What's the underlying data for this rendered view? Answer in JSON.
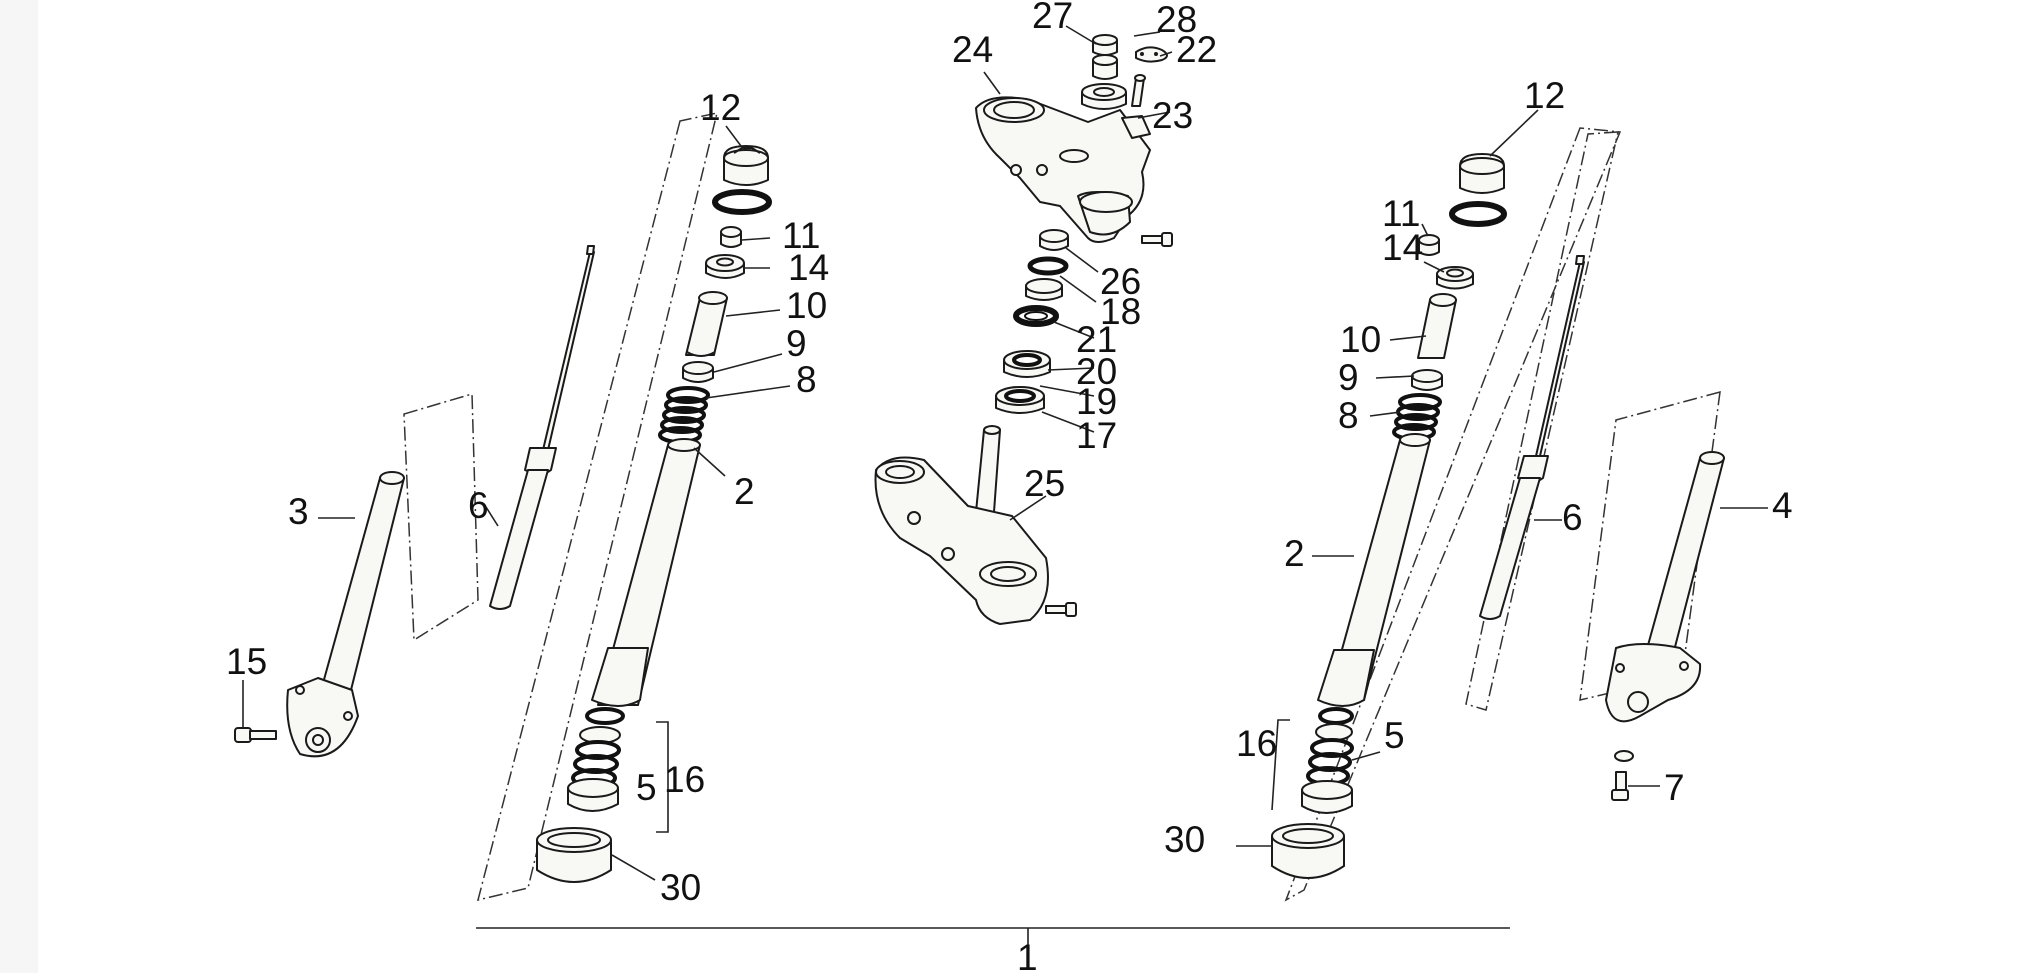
{
  "diagram": {
    "labels": [
      {
        "id": "left-12",
        "text": "12"
      },
      {
        "id": "left-11",
        "text": "11"
      },
      {
        "id": "left-14",
        "text": "14"
      },
      {
        "id": "left-10",
        "text": "10"
      },
      {
        "id": "left-9",
        "text": "9"
      },
      {
        "id": "left-8",
        "text": "8"
      },
      {
        "id": "left-2",
        "text": "2"
      },
      {
        "id": "left-3",
        "text": "3"
      },
      {
        "id": "left-6",
        "text": "6"
      },
      {
        "id": "left-15",
        "text": "15"
      },
      {
        "id": "left-5",
        "text": "5"
      },
      {
        "id": "left-16",
        "text": "16"
      },
      {
        "id": "left-30",
        "text": "30"
      },
      {
        "id": "top-27",
        "text": "27"
      },
      {
        "id": "top-28",
        "text": "28"
      },
      {
        "id": "top-24",
        "text": "24"
      },
      {
        "id": "top-22",
        "text": "22"
      },
      {
        "id": "top-23",
        "text": "23"
      },
      {
        "id": "mid-26",
        "text": "26"
      },
      {
        "id": "mid-18",
        "text": "18"
      },
      {
        "id": "mid-21",
        "text": "21"
      },
      {
        "id": "mid-20",
        "text": "20"
      },
      {
        "id": "mid-19",
        "text": "19"
      },
      {
        "id": "mid-17",
        "text": "17"
      },
      {
        "id": "mid-25",
        "text": "25"
      },
      {
        "id": "right-12",
        "text": "12"
      },
      {
        "id": "right-11",
        "text": "11"
      },
      {
        "id": "right-14",
        "text": "14"
      },
      {
        "id": "right-10",
        "text": "10"
      },
      {
        "id": "right-9",
        "text": "9"
      },
      {
        "id": "right-8",
        "text": "8"
      },
      {
        "id": "right-2",
        "text": "2"
      },
      {
        "id": "right-6",
        "text": "6"
      },
      {
        "id": "right-4",
        "text": "4"
      },
      {
        "id": "right-16",
        "text": "16"
      },
      {
        "id": "right-5",
        "text": "5"
      },
      {
        "id": "right-7",
        "text": "7"
      },
      {
        "id": "right-30",
        "text": "30"
      },
      {
        "id": "assembly-1",
        "text": "1"
      }
    ]
  }
}
